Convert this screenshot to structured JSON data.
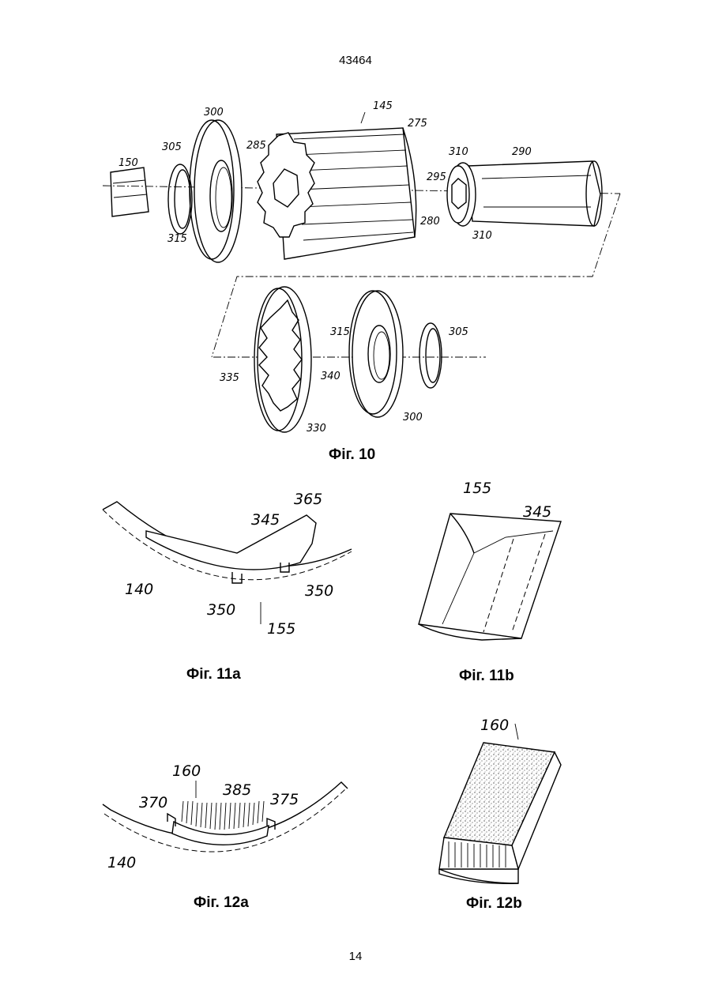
{
  "header": {
    "doc_number": "43464"
  },
  "footer": {
    "page_number": "14"
  },
  "figures": {
    "fig10": {
      "caption": "Фіг. 10",
      "labels": [
        "145",
        "275",
        "300",
        "305",
        "150",
        "285",
        "310",
        "290",
        "295",
        "280",
        "310",
        "315",
        "315",
        "305",
        "335",
        "340",
        "300",
        "330"
      ]
    },
    "fig11a": {
      "caption": "Фіг. 11a",
      "labels": [
        "365",
        "345",
        "140",
        "350",
        "350",
        "155"
      ]
    },
    "fig11b": {
      "caption": "Фіг. 11b",
      "labels": [
        "155",
        "345"
      ]
    },
    "fig12a": {
      "caption": "Фіг. 12a",
      "labels": [
        "160",
        "385",
        "370",
        "375",
        "140"
      ]
    },
    "fig12b": {
      "caption": "Фіг. 12b",
      "labels": [
        "160"
      ]
    }
  }
}
